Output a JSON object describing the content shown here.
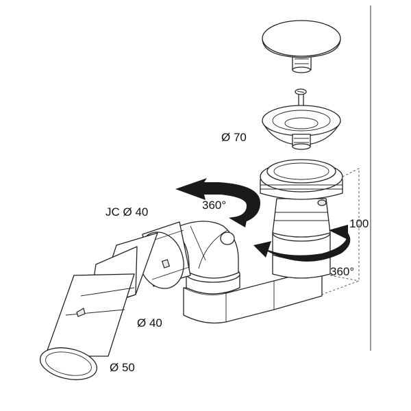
{
  "labels": {
    "diameter_70": "Ø 70",
    "jc_40": "JC Ø 40",
    "rotate_top": "360°",
    "height_100": "100",
    "rotate_side": "360°",
    "diameter_40": "Ø 40",
    "diameter_50": "Ø 50"
  }
}
